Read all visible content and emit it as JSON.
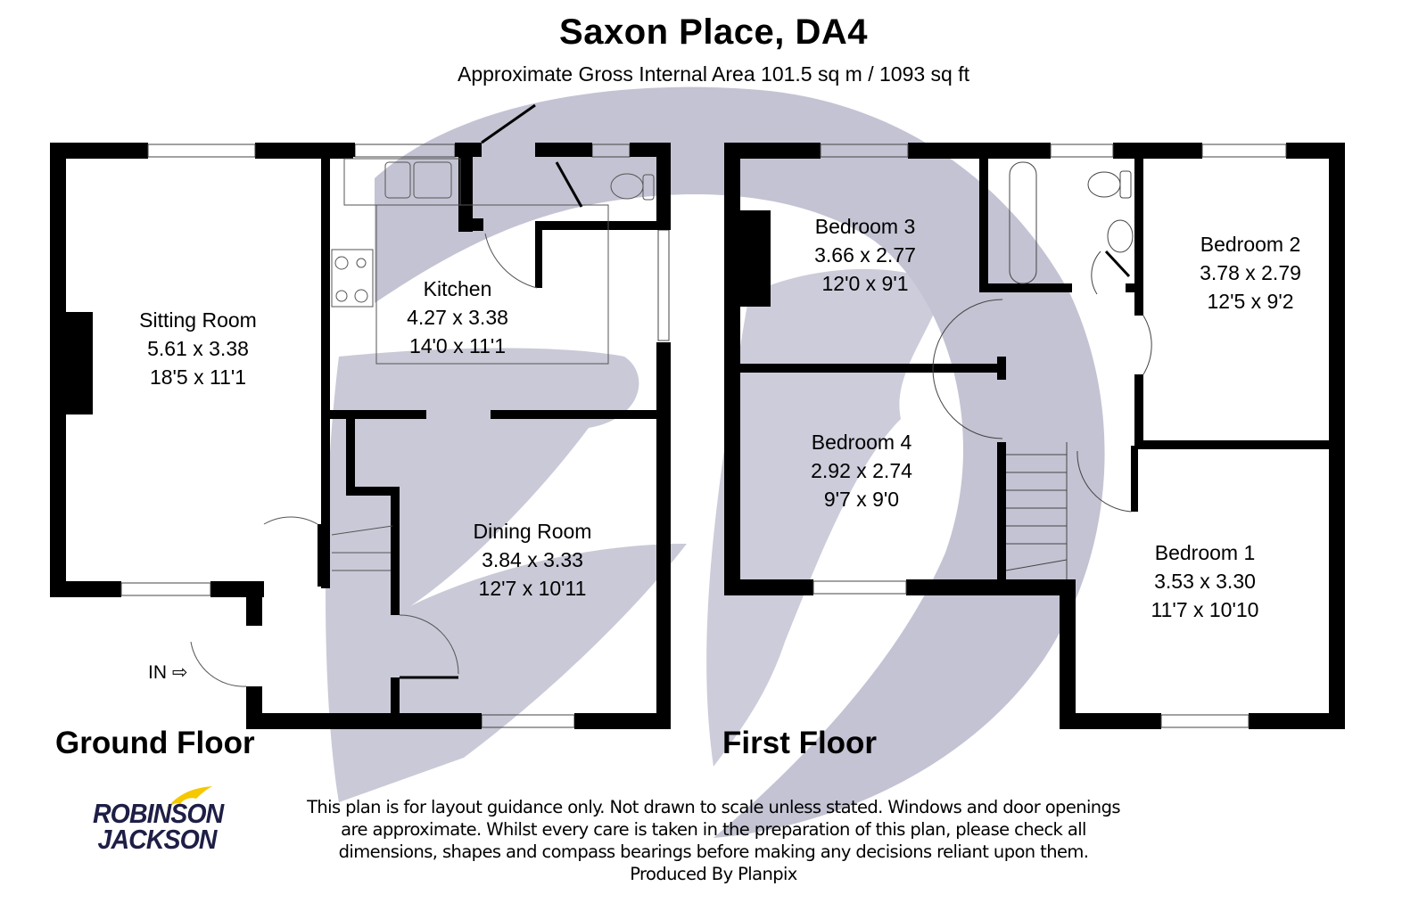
{
  "header": {
    "title": "Saxon Place, DA4",
    "subtitle": "Approximate Gross Internal Area 101.5 sq m / 1093 sq ft"
  },
  "colors": {
    "wall": "#000000",
    "watermark": "#c3c3d3",
    "logo_text": "#1e1e46",
    "logo_bird": "#f5c800"
  },
  "floors": [
    {
      "label": "Ground Floor",
      "entrance_label": "IN",
      "rooms": [
        {
          "name": "Sitting Room",
          "metric": "5.61 x 3.38",
          "imperial": "18'5 x 11'1"
        },
        {
          "name": "Kitchen",
          "metric": "4.27 x 3.38",
          "imperial": "14'0 x 11'1"
        },
        {
          "name": "Dining Room",
          "metric": "3.84 x 3.33",
          "imperial": "12'7 x 10'11"
        }
      ]
    },
    {
      "label": "First Floor",
      "rooms": [
        {
          "name": "Bedroom 3",
          "metric": "3.66 x 2.77",
          "imperial": "12'0 x 9'1"
        },
        {
          "name": "Bedroom 2",
          "metric": "3.78 x 2.79",
          "imperial": "12'5 x 9'2"
        },
        {
          "name": "Bedroom 4",
          "metric": "2.92 x 2.74",
          "imperial": "9'7 x 9'0"
        },
        {
          "name": "Bedroom 1",
          "metric": "3.53 x 3.30",
          "imperial": "11'7 x 10'10"
        }
      ]
    }
  ],
  "footer": {
    "disclaimer_lines": [
      "This plan is for layout guidance only. Not drawn to scale unless stated. Windows and door openings",
      "are approximate. Whilst every care is taken in the preparation of this plan, please check all",
      "dimensions, shapes and compass bearings before making any decisions reliant upon them."
    ],
    "produced_by": "Produced By Planpix",
    "logo": {
      "line1": "ROBINSON",
      "line2": "JACKSON"
    }
  }
}
